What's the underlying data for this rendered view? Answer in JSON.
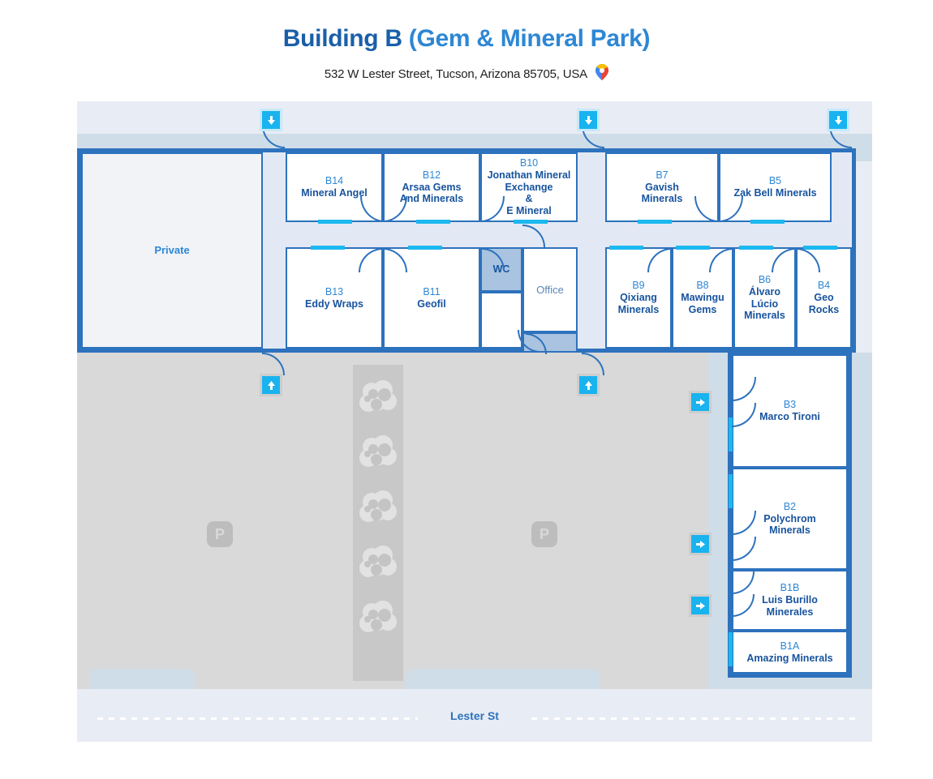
{
  "header": {
    "title_main": "Building B",
    "title_paren": " (Gem & Mineral Park)",
    "address": "532 W Lester Street, Tucson, Arizona 85705, USA",
    "pin_icon": "google-maps-pin-icon"
  },
  "map": {
    "street_label": "Lester St",
    "parking_marks": [
      "P",
      "P"
    ],
    "private_label": "Private",
    "office_label": "Office",
    "wc_label": "WC",
    "colors": {
      "wall": "#2d72bd",
      "room_code": "#2d87d4",
      "room_name": "#17539e",
      "window": "#1cb8f0",
      "arrow_badge": "#19b3ef",
      "parking": "#d9d9d9",
      "median": "#c8c8c8",
      "corridor": "#e3e9f4",
      "sidewalk": "#cfdde8",
      "background": "#e8ecf4",
      "title": "#1a5fa8"
    },
    "entrances": [
      {
        "name": "entrance-north-west",
        "direction": "down"
      },
      {
        "name": "entrance-north-center",
        "direction": "down"
      },
      {
        "name": "entrance-north-east",
        "direction": "down"
      },
      {
        "name": "entrance-south-west",
        "direction": "up"
      },
      {
        "name": "entrance-south-center",
        "direction": "up"
      },
      {
        "name": "entrance-east-b3",
        "direction": "right"
      },
      {
        "name": "entrance-east-b2",
        "direction": "right"
      },
      {
        "name": "entrance-east-b1b",
        "direction": "right"
      }
    ],
    "units": [
      {
        "code": "B14",
        "name": "Mineral Angel"
      },
      {
        "code": "B12",
        "name": "Arsaa Gems\nAnd Minerals"
      },
      {
        "code": "B10",
        "name": "Jonathan Mineral\nExchange\n&\nE Mineral"
      },
      {
        "code": "B7",
        "name": "Gavish\nMinerals"
      },
      {
        "code": "B5",
        "name": "Zak Bell Minerals"
      },
      {
        "code": "B13",
        "name": "Eddy Wraps"
      },
      {
        "code": "B11",
        "name": "Geofil"
      },
      {
        "code": "B9",
        "name": "Qixiang\nMinerals"
      },
      {
        "code": "B8",
        "name": "Mawingu\nGems"
      },
      {
        "code": "B6",
        "name": "Álvaro\nLúcio\nMinerals"
      },
      {
        "code": "B4",
        "name": "Geo Rocks"
      },
      {
        "code": "B3",
        "name": "Marco Tironi"
      },
      {
        "code": "B2",
        "name": "Polychrom\nMinerals"
      },
      {
        "code": "B1B",
        "name": "Luis Burillo\nMinerales"
      },
      {
        "code": "B1A",
        "name": "Amazing Minerals"
      }
    ]
  }
}
